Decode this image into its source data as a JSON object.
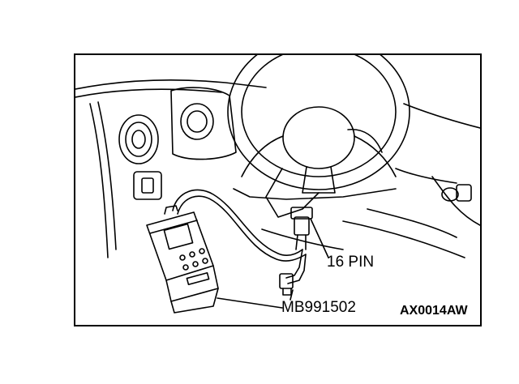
{
  "labels": {
    "connector": "16 PIN",
    "harness": "MB991502",
    "figure_code": "AX0014AW"
  },
  "colors": {
    "line": "#000000",
    "background": "#ffffff"
  }
}
